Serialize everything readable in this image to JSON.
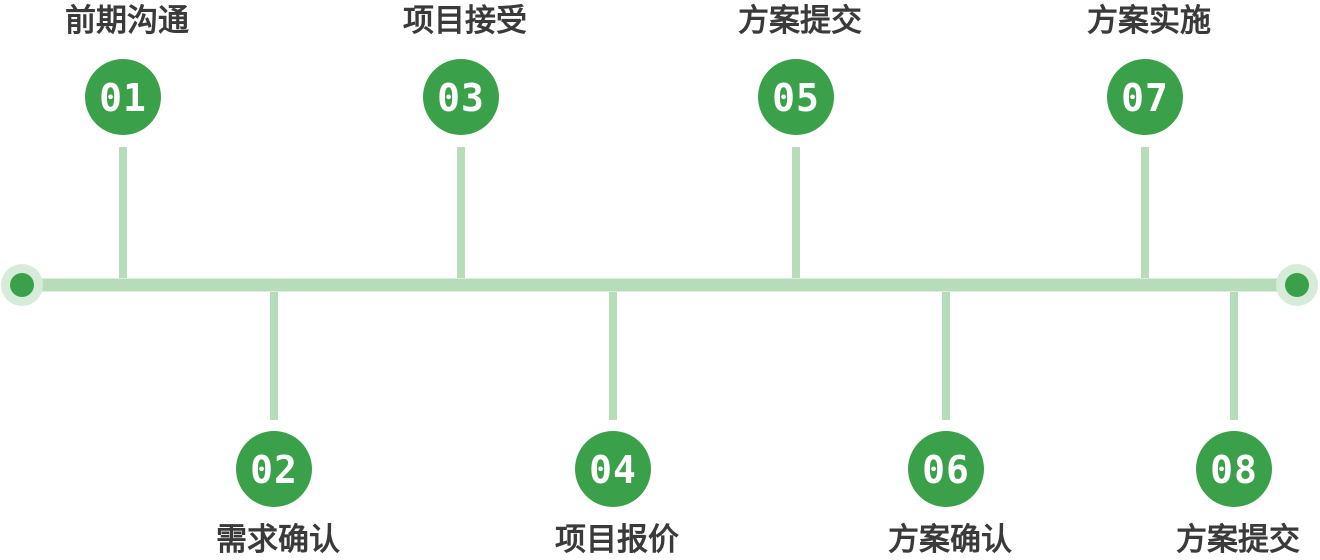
{
  "colors": {
    "line": "#b6dcb9",
    "node": "#3aa14a",
    "endpoint_halo": "#d6ebd8",
    "label": "#3a3a3a",
    "number": "#ffffff"
  },
  "steps": [
    {
      "number": "01",
      "label": "前期沟通",
      "side": "top"
    },
    {
      "number": "02",
      "label": "需求确认",
      "side": "bottom"
    },
    {
      "number": "03",
      "label": "项目接受",
      "side": "top"
    },
    {
      "number": "04",
      "label": "项目报价",
      "side": "bottom"
    },
    {
      "number": "05",
      "label": "方案提交",
      "side": "top"
    },
    {
      "number": "06",
      "label": "方案确认",
      "side": "bottom"
    },
    {
      "number": "07",
      "label": "方案实施",
      "side": "top"
    },
    {
      "number": "08",
      "label": "方案提交",
      "side": "bottom"
    }
  ]
}
